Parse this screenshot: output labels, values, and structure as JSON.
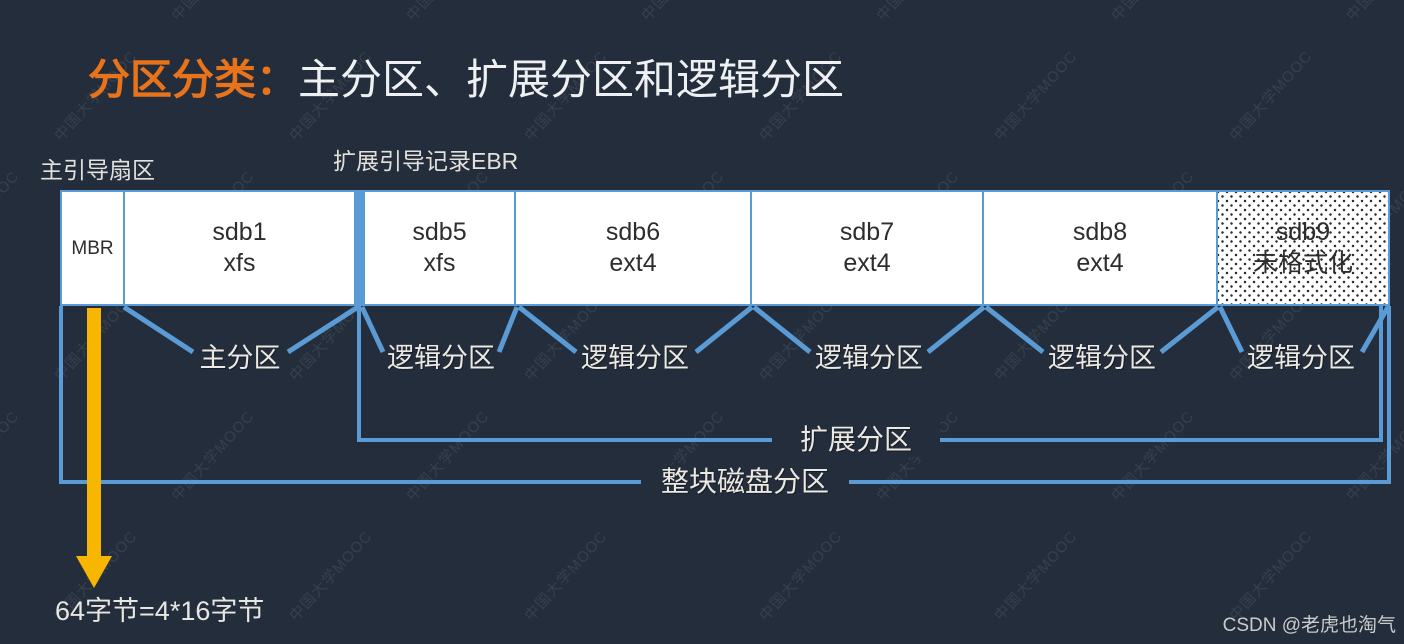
{
  "title": {
    "highlight": "分区分类：",
    "rest": "主分区、扩展分区和逻辑分区"
  },
  "annotations": {
    "master_boot_sector": "主引导扇区",
    "extended_boot_record": "扩展引导记录EBR",
    "extended_partition": "扩展分区",
    "whole_disk_partition": "整块磁盘分区",
    "mbr_bytes_note": "64字节=4*16字节"
  },
  "partitions": [
    {
      "name": "MBR",
      "fs": ""
    },
    {
      "name": "sdb1",
      "fs": "xfs"
    },
    {
      "name": "sdb5",
      "fs": "xfs"
    },
    {
      "name": "sdb6",
      "fs": "ext4"
    },
    {
      "name": "sdb7",
      "fs": "ext4"
    },
    {
      "name": "sdb8",
      "fs": "ext4"
    },
    {
      "name": "sdb9",
      "fs": "未格式化"
    }
  ],
  "partition_type_labels": [
    "主分区",
    "逻辑分区",
    "逻辑分区",
    "逻辑分区",
    "逻辑分区",
    "逻辑分区"
  ],
  "watermark_text": "中国大学MOOC",
  "credit": "CSDN @老虎也淘气",
  "colors": {
    "background": "#232d3b",
    "title_orange": "#e9731a",
    "connector_blue": "#5b9bd5",
    "arrow_gold": "#f7b600",
    "box_text": "#2d2d2d",
    "label_light": "#ece9e3"
  }
}
